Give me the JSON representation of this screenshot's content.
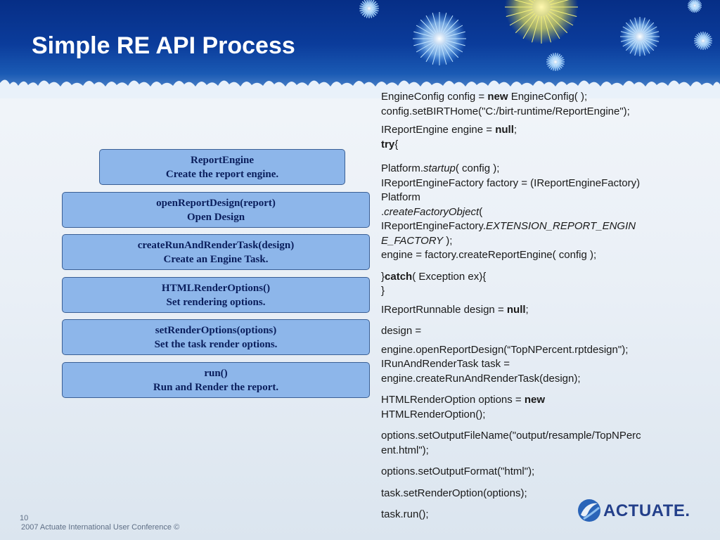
{
  "slide": {
    "title": "Simple RE API Process",
    "page_number": "10",
    "footer": "2007 Actuate International User Conference ©",
    "logo_text": "ACTUATE."
  },
  "flow": [
    {
      "line1": "ReportEngine",
      "line2": "Create the report engine."
    },
    {
      "line1": "openReportDesign(report)",
      "line2": "Open Design"
    },
    {
      "line1": "createRunAndRenderTask(design)",
      "line2": "Create an Engine Task."
    },
    {
      "line1": "HTMLRenderOptions()",
      "line2": "Set rendering options."
    },
    {
      "line1": "setRenderOptions(options)",
      "line2": "Set the task render options."
    },
    {
      "line1": "run()",
      "line2": "Run and Render the report."
    }
  ],
  "code": {
    "l1a": "EngineConfig config = ",
    "l1b": "new",
    "l1c": " EngineConfig( );",
    "l2": "config.setBIRTHome(\"C:/birt-runtime/ReportEngine\");",
    "l3a": "IReportEngine engine = ",
    "l3b": "null",
    "l3c": ";",
    "l4a": "try",
    "l4b": "{",
    "l5a": "Platform.",
    "l5b": "startup",
    "l5c": "( config );",
    "l6": "IReportEngineFactory factory = (IReportEngineFactory)",
    "l7": "Platform",
    "l8a": ".",
    "l8b": "createFactoryObject",
    "l8c": "(",
    "l9a": "IReportEngineFactory.",
    "l9b": "EXTENSION_REPORT_ENGIN",
    "l10a": "E_FACTORY",
    "l10b": " );",
    "l11": "engine = factory.createReportEngine( config );",
    "l12a": "}",
    "l12b": "catch",
    "l12c": "( Exception ex){",
    "l13": "}",
    "l14a": "IReportRunnable design = ",
    "l14b": "null",
    "l14c": ";",
    "l15": "design =",
    "l16": "engine.openReportDesign(“TopNPercent.rptdesign\");",
    "l17": "IRunAndRenderTask task =",
    "l18": "engine.createRunAndRenderTask(design);",
    "l19a": "HTMLRenderOption options = ",
    "l19b": "new",
    "l20": "HTMLRenderOption();",
    "l21": "options.setOutputFileName(\"output/resample/TopNPerc",
    "l22": "ent.html\");",
    "l23": "options.setOutputFormat(\"html\");",
    "l24": "task.setRenderOption(options);",
    "l25": "task.run();"
  }
}
